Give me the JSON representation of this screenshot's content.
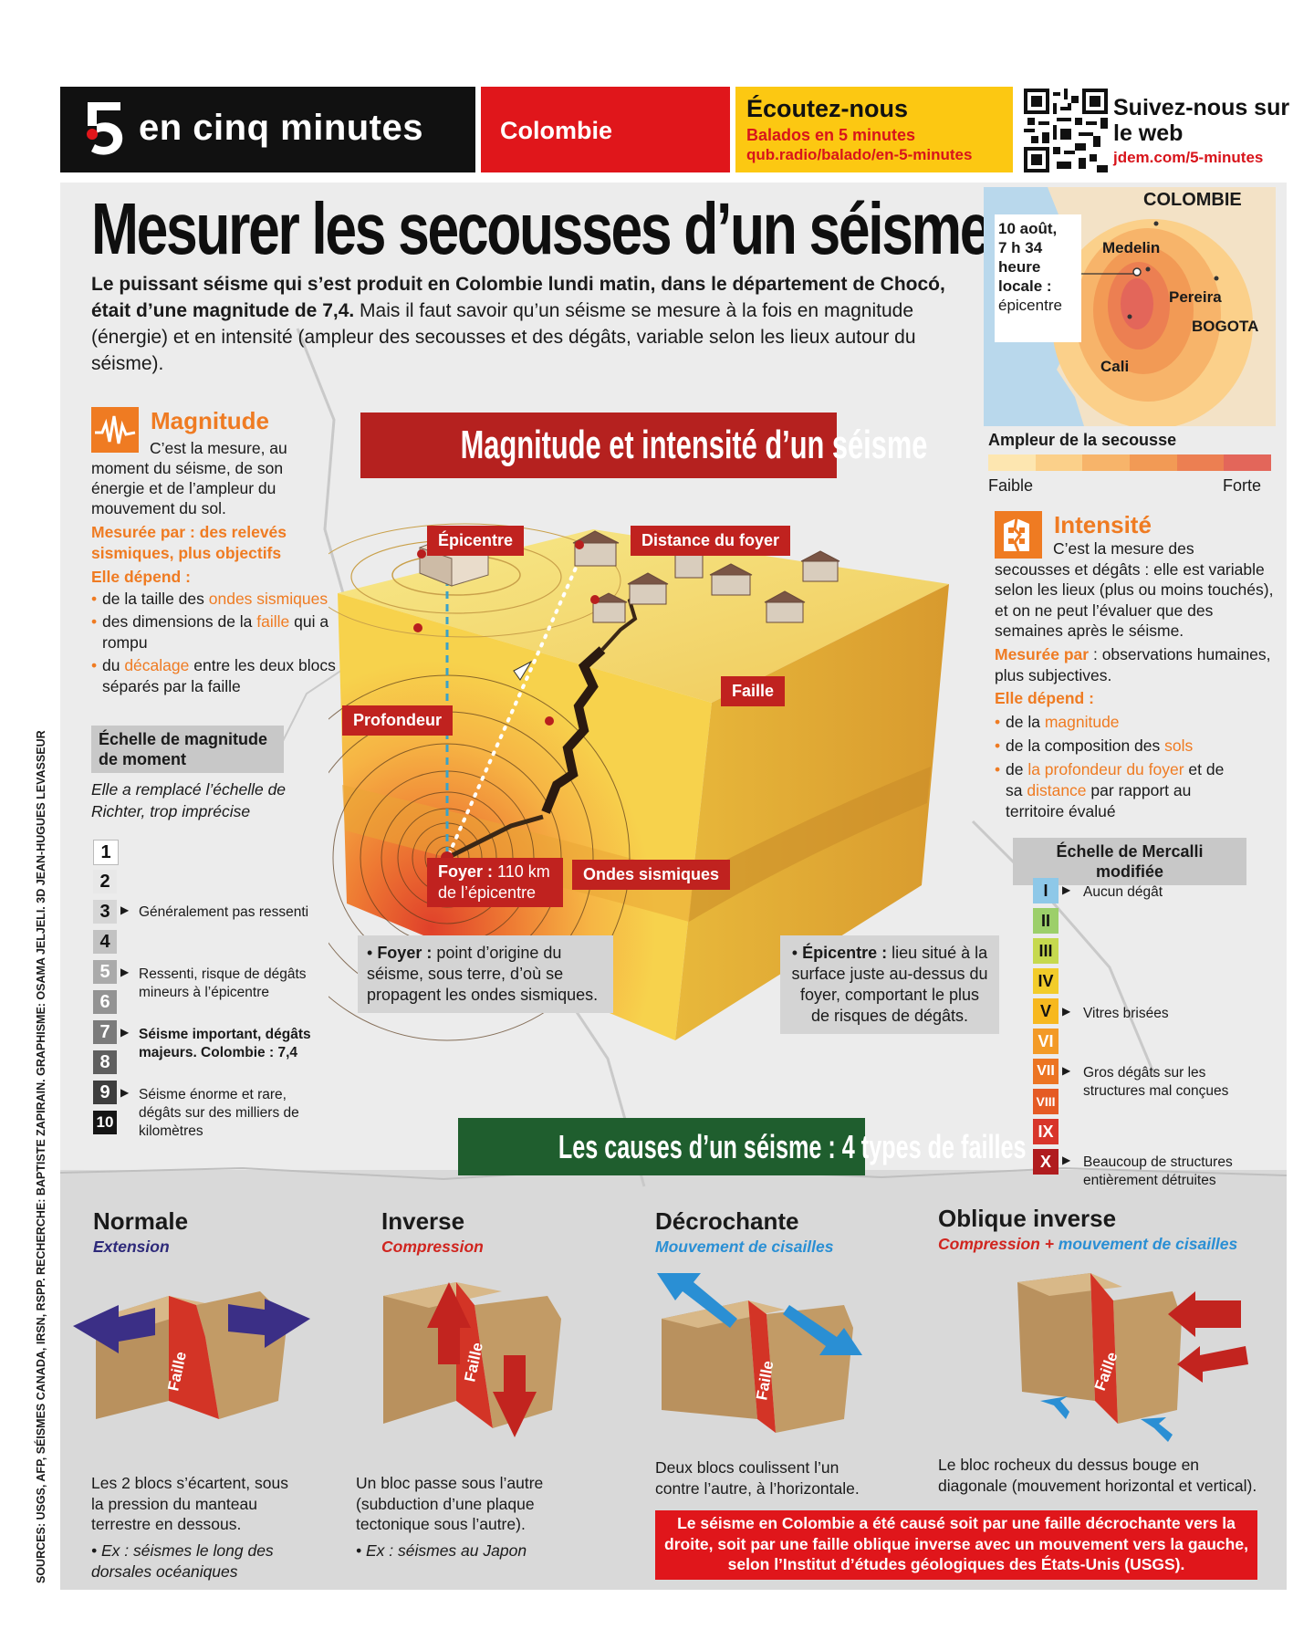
{
  "header": {
    "brand": "en cinq minutes",
    "country": "Colombie",
    "listen_title": "Écoutez-nous",
    "listen_line1": "Balados en 5 minutes",
    "listen_line2": "qub.radio/balado/en-5-minutes",
    "follow_title": "Suivez-nous sur le web",
    "follow_url": "jdem.com/5-minutes",
    "colors": {
      "black": "#111111",
      "red": "#e0161b",
      "yellow": "#fcc812"
    }
  },
  "title": "Mesurer les secousses d’un séisme",
  "intro": {
    "bold": "Le puissant séisme qui s’est produit en Colombie lundi matin, dans le département de Chocó, était d’une magnitude de 7,4.",
    "rest": " Mais il faut savoir qu’un séisme se mesure à la fois en magnitude (énergie) et en intensité (ampleur des secousses et des dégâts, variable selon les lieux autour du séisme)."
  },
  "map": {
    "country_label": "COLOMBIE",
    "date_label_1": "10 août,",
    "date_label_2": "7 h 34",
    "date_label_3": "heure",
    "date_label_4": "locale :",
    "date_label_5": "épicentre",
    "cities": [
      "Medelin",
      "Pereira",
      "BOGOTA",
      "Cali"
    ],
    "legend_title": "Ampleur de la secousse",
    "legend_low": "Faible",
    "legend_high": "Forte",
    "legend_colors": [
      "#fde6b0",
      "#fbd08a",
      "#f7b46a",
      "#f29a55",
      "#ec7f52",
      "#e3665a"
    ]
  },
  "magnitude": {
    "title": "Magnitude",
    "desc_1": "C’est la mesure, au",
    "desc_2": "moment du séisme, de son énergie et de l’ampleur du mouvement du sol.",
    "measured_by_label": "Mesurée par :",
    "measured_by_value": " des relevés sismiques, plus objectifs",
    "depends_label": "Elle dépend :",
    "dep1_a": "de la taille des ",
    "dep1_b": "ondes sismiques",
    "dep2_a": "des dimensions de la ",
    "dep2_b": "faille",
    "dep2_c": " qui a rompu",
    "dep3_a": "du ",
    "dep3_b": "décalage",
    "dep3_c": " entre les deux blocs séparés par la faille",
    "scale_title": "Échelle de magnitude de moment",
    "scale_note": "Elle a remplacé l’échelle de Richter, trop imprécise",
    "levels": [
      "1",
      "2",
      "3",
      "4",
      "5",
      "6",
      "7",
      "8",
      "9",
      "10"
    ],
    "notes": {
      "l3": "Généralement pas ressenti",
      "l5": "Ressenti, risque de dégâts mineurs à l’épicentre",
      "l7": "Séisme important, dégâts majeurs. Colombie : 7,4",
      "l9": "Séisme énorme et rare, dégâts sur des milliers de kilomètres"
    }
  },
  "diagram": {
    "banner": "Magnitude et intensité d’un séisme",
    "label_epicentre": "Épicentre",
    "label_distance": "Distance du foyer",
    "label_faille": "Faille",
    "label_profondeur": "Profondeur",
    "label_foyer_bold": "Foyer :",
    "label_foyer_rest": " 110 km de l’épicentre",
    "label_ondes": "Ondes sismiques",
    "note_foyer_bold": "Foyer :",
    "note_foyer_rest": " point d’origine du séisme, sous terre, d’où se propagent les ondes sismiques.",
    "note_epi_bold": "Épicentre :",
    "note_epi_rest": " lieu situé à la surface juste au-dessus du foyer, comportant le plus de risques de dégâts."
  },
  "intensite": {
    "title": "Intensité",
    "desc_1": "C’est la mesure des",
    "desc_2": "secousses et dégâts : elle est variable selon les lieux (plus ou moins touchés), et on ne peut l’évaluer que des semaines après le séisme.",
    "measured_by_label": "Mesurée par",
    "measured_by_value": " : observations humaines, plus subjectives.",
    "depends_label": "Elle dépend :",
    "dep1_a": "de la ",
    "dep1_b": "magnitude",
    "dep2_a": "de la composition des ",
    "dep2_b": "sols",
    "dep3_a": "de ",
    "dep3_b": "la profondeur du foyer",
    "dep3_c": " et de sa ",
    "dep3_d": "distance",
    "dep3_e": " par rapport au territoire évalué",
    "scale_title": "Échelle de Mercalli modifiée",
    "levels": [
      "I",
      "II",
      "III",
      "IV",
      "V",
      "VI",
      "VII",
      "VIII",
      "IX",
      "X"
    ],
    "level_colors": [
      "#8ec8e8",
      "#9ccf6a",
      "#c6d94e",
      "#f2cc2a",
      "#f7b81f",
      "#f39a26",
      "#ec7422",
      "#e55a24",
      "#d8352a",
      "#b01c1f"
    ],
    "notes": {
      "l1": "Aucun dégât",
      "l5": "Vitres brisées",
      "l7": "Gros dégâts sur les structures mal conçues",
      "l10": "Beaucoup de structures entièrement détruites"
    }
  },
  "causes": {
    "banner": "Les causes d’un séisme : 4 types de failles",
    "fault_word": "Faille",
    "types": [
      {
        "title": "Normale",
        "sub": "Extension",
        "desc": "Les 2 blocs s’écartent, sous la pression du manteau terrestre en dessous.",
        "example": "• Ex : séismes le long des dorsales océaniques"
      },
      {
        "title": "Inverse",
        "sub": "Compression",
        "desc": "Un bloc passe sous l’autre (subduction d’une plaque tectonique sous l’autre).",
        "example": "• Ex : séismes au Japon"
      },
      {
        "title": "Décrochante",
        "sub": "Mouvement de cisailles",
        "desc": "Deux blocs coulissent l’un contre l’autre, à l’horizontale.",
        "example": ""
      },
      {
        "title": "Oblique inverse",
        "sub_a": "Compression +",
        "sub_b": " mouvement de cisailles",
        "desc": "Le bloc rocheux du dessus bouge en diagonale (mouvement horizontal et vertical).",
        "example": ""
      }
    ],
    "sub_colors": {
      "extension": "#2e2a7a",
      "compression": "#d0251f",
      "cisailles": "#2a8fd4"
    },
    "conclusion": "Le séisme en Colombie a été causé soit par une faille décrochante vers la droite, soit par une faille oblique inverse avec un mouvement vers la gauche, selon l’Institut d’études géologiques des États-Unis (USGS)."
  },
  "sources": "SOURCES: USGS, AFP, SÉISMES CANADA, IRSN, RSPP. RECHERCHE: BAPTISTE ZAPIRAIN. GRAPHISME: OSAMA JELJELI. 3D JEAN-HUGUES LEVASSEUR"
}
